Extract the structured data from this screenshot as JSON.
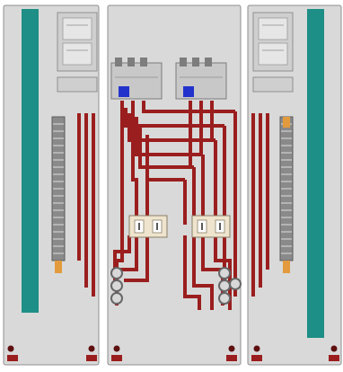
{
  "diagram": {
    "kind": "switchgear-cabinet-layout",
    "cabinets": [
      {
        "id": "left",
        "components": [
          "teal-busbar",
          "meter-panel",
          "terminal-strip",
          "riser-cables"
        ]
      },
      {
        "id": "center",
        "components": [
          "breaker-1",
          "breaker-2",
          "busbar-network",
          "cable-terminations"
        ]
      },
      {
        "id": "right",
        "components": [
          "teal-busbar",
          "meter-panel",
          "terminal-strip",
          "riser-cables"
        ]
      }
    ]
  },
  "colors": {
    "background": "#ffffff",
    "cabinet": "#d9d9d9",
    "cabinet_edge": "#8f8f8f",
    "teal_bar": "#1d8f86",
    "busbar": "#9b1e1e",
    "busbar_edge": "#5e0f0f",
    "breaker": "#c8c8c8",
    "breaker_dark": "#7d7d7d",
    "blue_terminal": "#2233cc",
    "cream_block": "#efe5cf",
    "orange": "#e39a3c",
    "terminal_strip": "#8a8a8a"
  },
  "icons": {
    "meter": "meter-panel-icon",
    "breaker": "circuit-breaker-icon",
    "terminal": "terminal-block-icon",
    "insulator": "ring-insulator-icon"
  }
}
